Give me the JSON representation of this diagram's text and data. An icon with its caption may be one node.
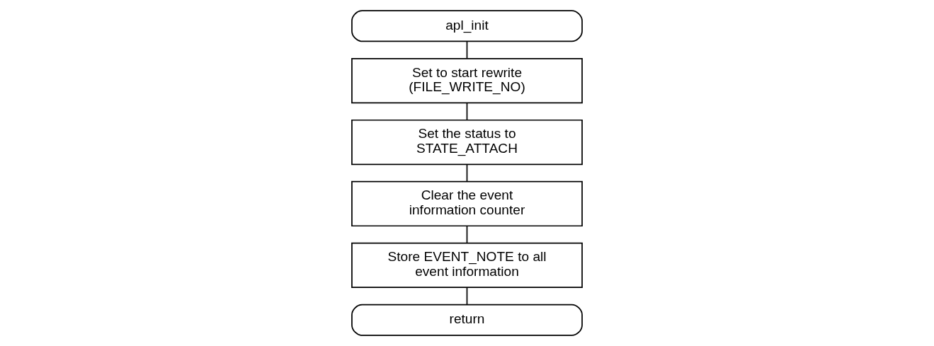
{
  "diagram": {
    "nodes": [
      {
        "text": [
          "apl_init"
        ]
      },
      {
        "text": [
          "Set to start rewrite (FILE_WRITE_NO)"
        ]
      },
      {
        "text": [
          "Set the status to STATE_ATTACH"
        ]
      },
      {
        "text": [
          "Clear the event information counter"
        ]
      },
      {
        "text": [
          "Store EVENT_NOTE to all event information"
        ]
      },
      {
        "text": [
          "return"
        ]
      }
    ],
    "edges": [
      {
        "from": 0,
        "to": 1,
        "arrow": "none"
      },
      {
        "from": 1,
        "to": 2,
        "arrow": "none"
      },
      {
        "from": 2,
        "to": 3,
        "arrow": "none"
      },
      {
        "from": 3,
        "to": 4,
        "arrow": "none"
      },
      {
        "from": 4,
        "to": 5,
        "arrow": "none"
      }
    ]
  }
}
